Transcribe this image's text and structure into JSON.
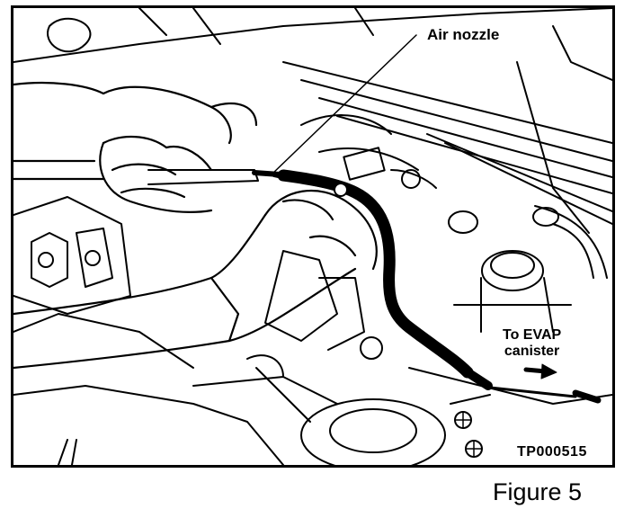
{
  "labels": {
    "air_nozzle": "Air nozzle",
    "evap_line1": "To EVAP",
    "evap_line2": "canister",
    "reference_code": "TP000515"
  },
  "caption": "Figure 5",
  "colors": {
    "ink": "#000000",
    "paper": "#ffffff"
  },
  "icons": {
    "flow_arrow": "right-arrow-icon"
  }
}
